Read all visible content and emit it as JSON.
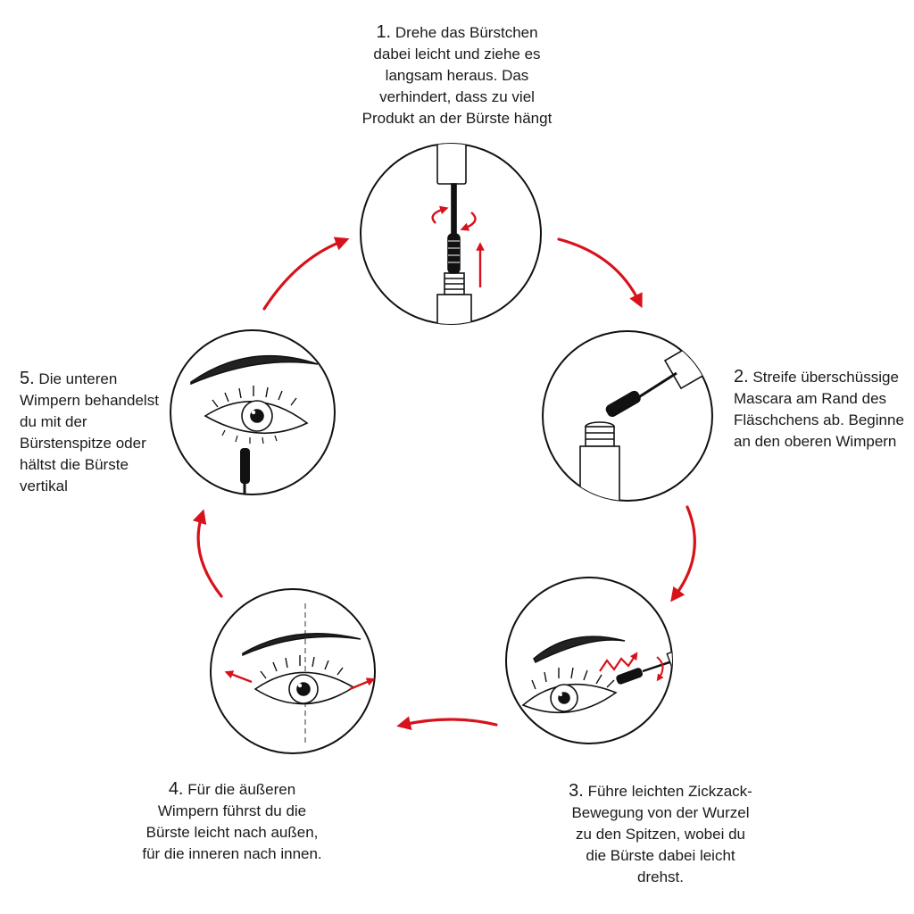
{
  "accent_color": "#d8121b",
  "steps": [
    {
      "number": "1.",
      "lines": [
        "Drehe das Bürstchen",
        "dabei leicht und ziehe es",
        "langsam heraus. Das",
        "verhindert, dass zu viel",
        "Produkt an der Bürste hängt"
      ]
    },
    {
      "number": "2.",
      "lines": [
        "Streife überschüssige",
        "Mascara am Rand des",
        "Fläschchens ab. Beginne",
        "an den oberen Wimpern"
      ]
    },
    {
      "number": "3.",
      "lines": [
        "Führe leichten Zickzack-",
        "Bewegung von der Wurzel",
        "zu den Spitzen, wobei du",
        "die Bürste dabei leicht",
        "drehst."
      ]
    },
    {
      "number": "4.",
      "lines": [
        "Für die äußeren",
        "Wimpern führst du die",
        "Bürste leicht nach außen,",
        "für die inneren nach innen."
      ]
    },
    {
      "number": "5.",
      "lines": [
        "Die unteren",
        "Wimpern behandelst",
        "du mit der",
        "Bürstenspitze oder",
        "hältst die Bürste",
        "vertikal"
      ]
    }
  ],
  "illustrations": [
    {
      "name": "step-1-illustration",
      "icons": [
        "mascara-tube-icon",
        "mascara-wand-icon",
        "rotate-arrow-icon",
        "upward-arrow-icon"
      ]
    },
    {
      "name": "step-2-illustration",
      "icons": [
        "mascara-bottle-icon",
        "mascara-wand-icon"
      ]
    },
    {
      "name": "step-3-illustration",
      "icons": [
        "eye-icon",
        "eyebrow-icon",
        "mascara-wand-icon",
        "zigzag-arrow-icon",
        "rotate-arrow-icon"
      ]
    },
    {
      "name": "step-4-illustration",
      "icons": [
        "eye-icon",
        "eyebrow-icon",
        "outward-arrow-icon",
        "inward-arrow-icon",
        "center-guide-line"
      ]
    },
    {
      "name": "step-5-illustration",
      "icons": [
        "eye-icon",
        "eyebrow-icon",
        "mascara-wand-icon"
      ]
    }
  ],
  "flow_arrows": [
    "1-to-2",
    "2-to-3",
    "3-to-4",
    "4-to-5",
    "5-to-1"
  ]
}
